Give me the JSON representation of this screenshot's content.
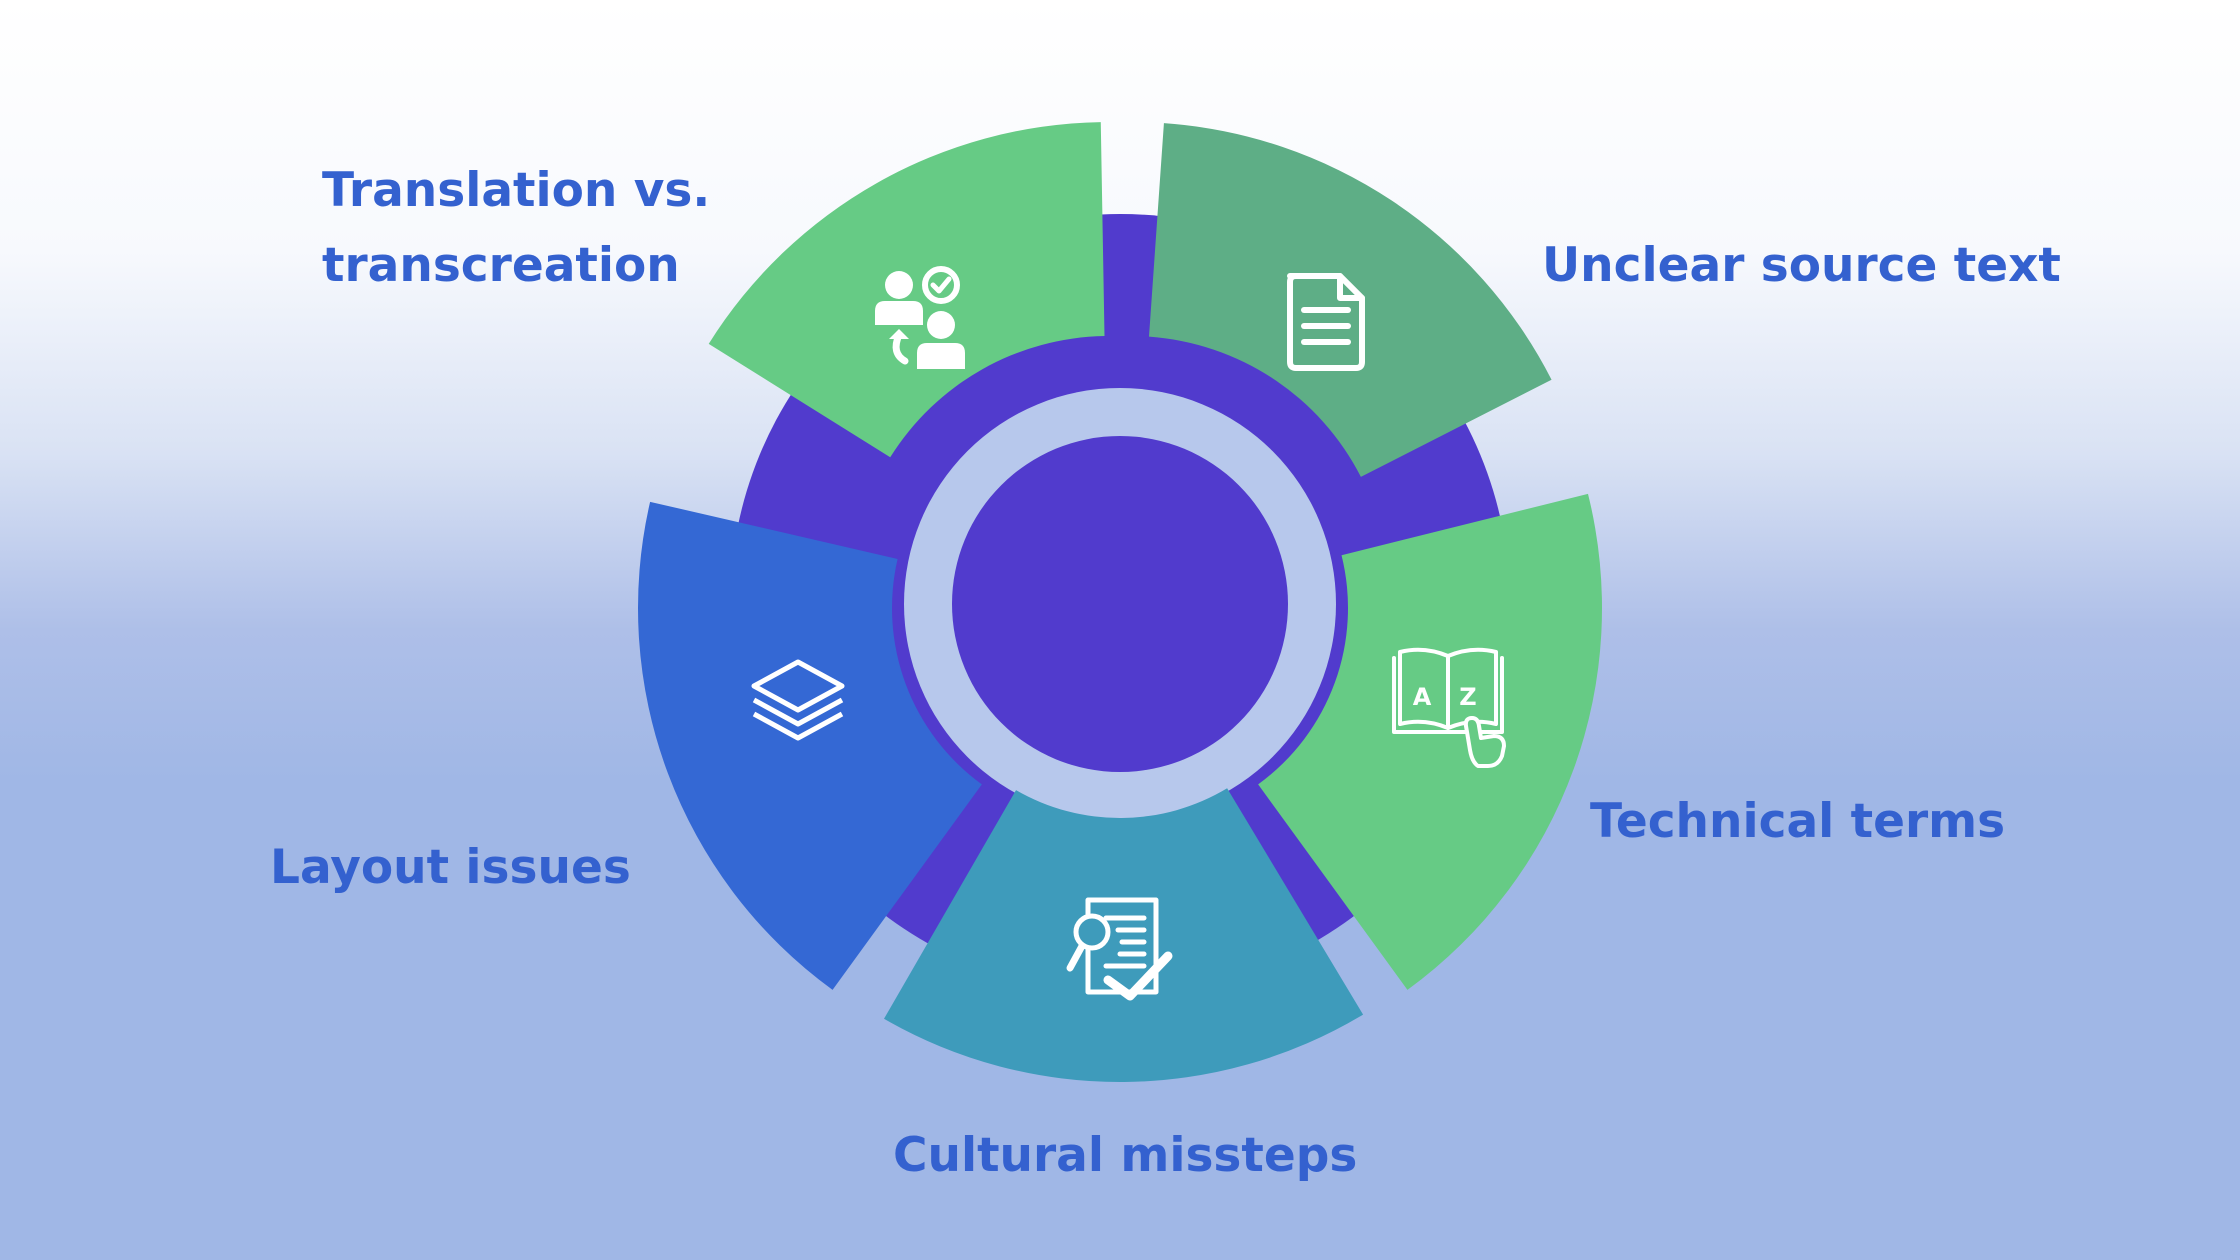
{
  "colors": {
    "center": "#513bcd",
    "back_ring": "#513bcd",
    "inner_gap": "#b7c8ec",
    "icon": "#ffffff",
    "label_text": "#3461cf"
  },
  "segments": [
    {
      "name": "translation-vs-transcreation",
      "label_lines": [
        "Translation vs.",
        "transcreation"
      ],
      "color": "#66cb85",
      "icon": "people-swap-icon"
    },
    {
      "name": "unclear-source-text",
      "label_lines": [
        "Unclear source text"
      ],
      "color": "#5eae86",
      "icon": "document-icon"
    },
    {
      "name": "technical-terms",
      "label_lines": [
        "Technical terms"
      ],
      "color": "#66cb85",
      "icon": "dictionary-book-icon"
    },
    {
      "name": "cultural-missteps",
      "label_lines": [
        "Cultural missteps"
      ],
      "color": "#3e9bbb",
      "icon": "document-review-icon"
    },
    {
      "name": "layout-issues",
      "label_lines": [
        "Layout issues"
      ],
      "color": "#3468d4",
      "icon": "layers-icon"
    }
  ]
}
